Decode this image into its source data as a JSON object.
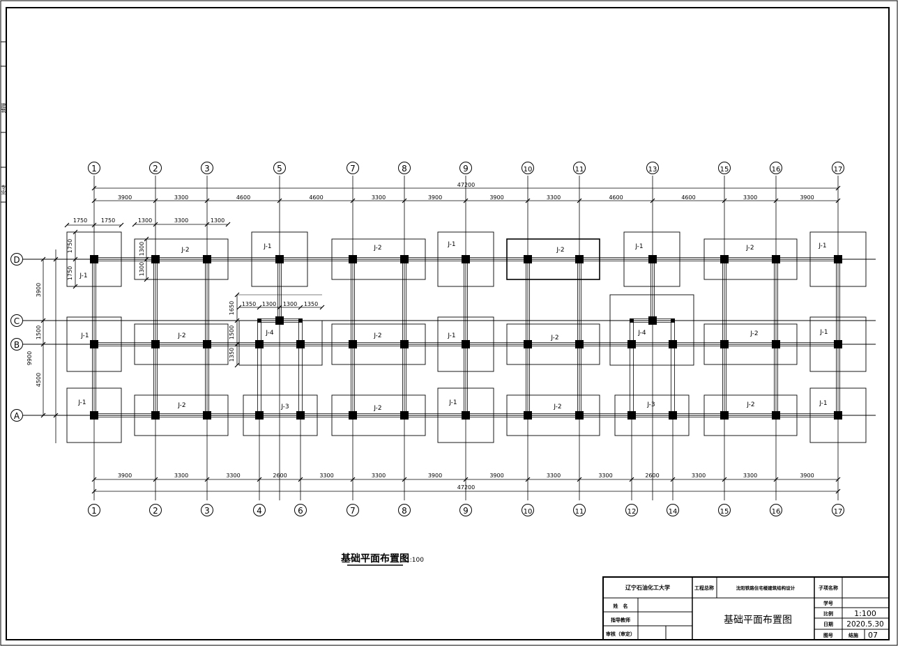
{
  "drawing_title": "基础平面布置图",
  "drawing_scale": "1:100",
  "grid_columns": [
    {
      "label": "1"
    },
    {
      "label": "2"
    },
    {
      "label": "3"
    },
    {
      "label": "4"
    },
    {
      "label": "5"
    },
    {
      "label": "6"
    },
    {
      "label": "7"
    },
    {
      "label": "8"
    },
    {
      "label": "9"
    },
    {
      "label": "10"
    },
    {
      "label": "11"
    },
    {
      "label": "12"
    },
    {
      "label": "13"
    },
    {
      "label": "14"
    },
    {
      "label": "15"
    },
    {
      "label": "16"
    },
    {
      "label": "17"
    }
  ],
  "grid_rows": [
    {
      "label": "D"
    },
    {
      "label": "C"
    },
    {
      "label": "B"
    },
    {
      "label": "A"
    }
  ],
  "top_column_labels": [
    "1",
    "2",
    "3",
    "5",
    "7",
    "8",
    "9",
    "10",
    "11",
    "13",
    "15",
    "16",
    "17"
  ],
  "bottom_column_labels": [
    "1",
    "2",
    "3",
    "4",
    "6",
    "7",
    "8",
    "9",
    "10",
    "11",
    "12",
    "14",
    "15",
    "16",
    "17"
  ],
  "top_dimensions": [
    "3900",
    "3300",
    "4600",
    "4600",
    "3300",
    "3900",
    "3900",
    "3300",
    "4600",
    "4600",
    "3300",
    "3900"
  ],
  "top_total": "47200",
  "bottom_dimensions": [
    "3900",
    "3300",
    "3300",
    "2600",
    "3300",
    "3300",
    "3900",
    "3900",
    "3300",
    "3300",
    "2600",
    "3300",
    "3300",
    "3900"
  ],
  "bottom_total": "47200",
  "left_dimensions": [
    "3900",
    "1500",
    "4500"
  ],
  "left_total": "9900",
  "detail_dims": {
    "j1_halfwidth": [
      "1750",
      "1750"
    ],
    "j1_halfheight": [
      "1750",
      "1750"
    ],
    "j2_width": [
      "1300",
      "3300",
      "1300"
    ],
    "j2_height": [
      "1300",
      "1300"
    ],
    "j4_width": [
      "1350",
      "1300",
      "1300",
      "1350"
    ],
    "j4_height": [
      "1650",
      "1500",
      "1350"
    ]
  },
  "footings": [
    {
      "label": "J-1"
    },
    {
      "label": "J-2"
    },
    {
      "label": "J-1"
    },
    {
      "label": "J-2"
    },
    {
      "label": "J-1"
    },
    {
      "label": "J-2"
    },
    {
      "label": "J-1"
    },
    {
      "label": "J-2"
    },
    {
      "label": "J-1"
    },
    {
      "label": "J-1"
    },
    {
      "label": "J-2"
    },
    {
      "label": "J-4"
    },
    {
      "label": "J-2"
    },
    {
      "label": "J-1"
    },
    {
      "label": "J-2"
    },
    {
      "label": "J-4"
    },
    {
      "label": "J-2"
    },
    {
      "label": "J-1"
    },
    {
      "label": "J-1"
    },
    {
      "label": "J-2"
    },
    {
      "label": "J-3"
    },
    {
      "label": "J-2"
    },
    {
      "label": "J-1"
    },
    {
      "label": "J-2"
    },
    {
      "label": "J-3"
    },
    {
      "label": "J-2"
    },
    {
      "label": "J-1"
    }
  ],
  "title_block": {
    "school": "辽宁石油化工大学",
    "project_name_label": "工程总称",
    "project_name": "沈阳铁路住宅楼建筑结构设计",
    "sub_project_label": "子项名称",
    "name_label": "姓　名",
    "advisor_label": "指导教师",
    "review_label": "审核（审定）",
    "drawing_name": "基础平面布置图",
    "student_id_label": "学号",
    "scale_label": "比例",
    "scale_value": "1:100",
    "date_label": "日期",
    "date_value": "2020.5.30",
    "sheet_label": "图号",
    "structure_label": "结施",
    "sheet_number": "07"
  },
  "margin_marks": [
    "建筑",
    "专业"
  ]
}
